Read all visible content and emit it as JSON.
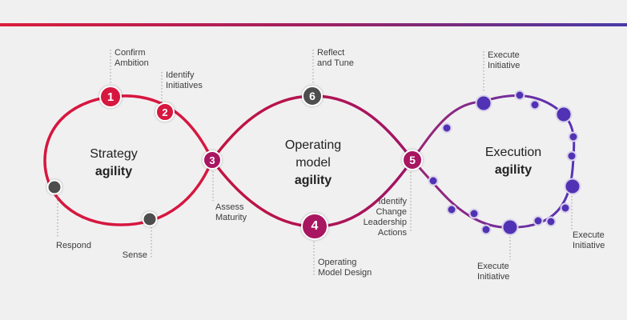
{
  "topbar": {
    "gradient_from": "#da1e3c",
    "gradient_mid": "#a02060",
    "gradient_to": "#473ca8"
  },
  "diagram": {
    "loops": {
      "strategy": {
        "line1": "Strategy",
        "bold_line": "agility"
      },
      "operating_model": {
        "line1": "Operating",
        "line2": "model",
        "bold_line": "agility"
      },
      "execution": {
        "line1": "Execution",
        "bold_line": "agility"
      }
    },
    "nodes": {
      "n1": {
        "number": "1",
        "label": "Confirm\nAmbition"
      },
      "n2": {
        "number": "2",
        "label": "Identify\nInitiatives"
      },
      "n3": {
        "number": "3",
        "label": "Assess\nMaturity"
      },
      "n4": {
        "number": "4",
        "label": "Operating\nModel Design"
      },
      "n5": {
        "number": "5",
        "label": "Identify\nChange\nLeadership\nActions"
      },
      "n6": {
        "number": "6",
        "label": "Reflect\nand Tune"
      },
      "respond": {
        "label": "Respond"
      },
      "sense": {
        "label": "Sense"
      }
    },
    "execute_labels": {
      "top": "Execute\nInitiative",
      "bottom": "Execute\nInitiative",
      "right": "Execute\nInitiative"
    },
    "colors": {
      "strategy_loop": "#d6173f",
      "operating_loop_from": "#c2143e",
      "operating_loop_to": "#a01465",
      "execution_loop_from": "#9c2472",
      "execution_loop_to": "#5434b8",
      "execution_dot": "#5232b4",
      "red_node": "#d6173f",
      "berry_node": "#a81560",
      "gray_node": "#4d4d4d"
    }
  }
}
